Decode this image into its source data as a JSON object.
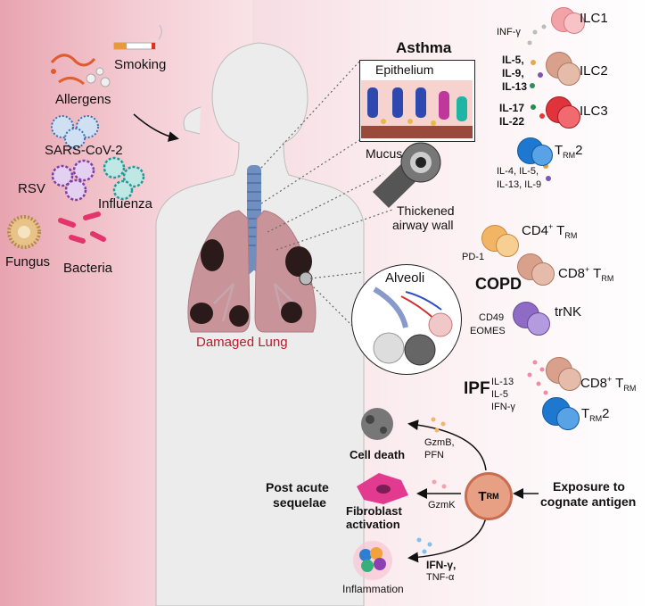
{
  "left": {
    "triggers": {
      "smoking": "Smoking",
      "allergens": "Allergens",
      "sars": "SARS-CoV-2",
      "rsv": "RSV",
      "influenza": "Influenza",
      "fungus": "Fungus",
      "bacteria": "Bacteria"
    },
    "damaged_lung": "Damaged Lung"
  },
  "asthma": {
    "title": "Asthma",
    "epithelium": "Epithelium",
    "mucus": "Mucus",
    "thickened": "Thickened",
    "airway_wall": "airway wall",
    "ilc1": "ILC1",
    "ilc2": "ILC2",
    "ilc3": "ILC3",
    "inf": "INF-γ",
    "il5": "IL-5,",
    "il9": "IL-9,",
    "il13": "IL-13",
    "il17": "IL-17",
    "il22": "IL-22",
    "trm2_t": "T",
    "trm2_sub": "RM",
    "trm2_n": "2",
    "trm2_cyto1": "IL-4, IL-5,",
    "trm2_cyto2": "IL-13, IL-9"
  },
  "copd": {
    "title": "COPD",
    "alveoli": "Alveoli",
    "pd1": "PD-1",
    "cd4": "CD4",
    "cd8": "CD8",
    "sup": "+",
    "t": " T",
    "sub": "RM",
    "trnk": "trNK",
    "cd49": "CD49",
    "eomes": "EOMES"
  },
  "ipf": {
    "title": "IPF",
    "il13": "IL-13",
    "il5": "IL-5",
    "ifn": "IFN-γ",
    "cd8": "CD8",
    "sup": "+",
    "t": " T",
    "sub": "RM",
    "trm2_t": "T",
    "trm2_sub": "RM",
    "trm2_n": "2"
  },
  "bottom": {
    "cell_death": "Cell death",
    "gzmb": "GzmB,",
    "pfn": "PFN",
    "post1": "Post acute",
    "post2": "sequelae",
    "fibro1": "Fibroblast",
    "fibro2": "activation",
    "gzmk": "GzmK",
    "inflammation": "Inflammation",
    "ifn": "IFN-γ,",
    "tnf": "TNF-α",
    "trm_t": "T",
    "trm_sub": "RM",
    "exposure1": "Exposure to",
    "exposure2": "cognate antigen"
  },
  "colors": {
    "ilc1": "#f1a3a8",
    "ilc2": "#d9a08c",
    "ilc3": "#e0333c",
    "trm2": "#1f78d0",
    "cd4": "#f2b566",
    "cd8": "#d9a08c",
    "trnk": "#8e6bc4",
    "lung": "#c8949a",
    "trachea": "#6f8fc0",
    "trm_main": "#e8a084"
  }
}
